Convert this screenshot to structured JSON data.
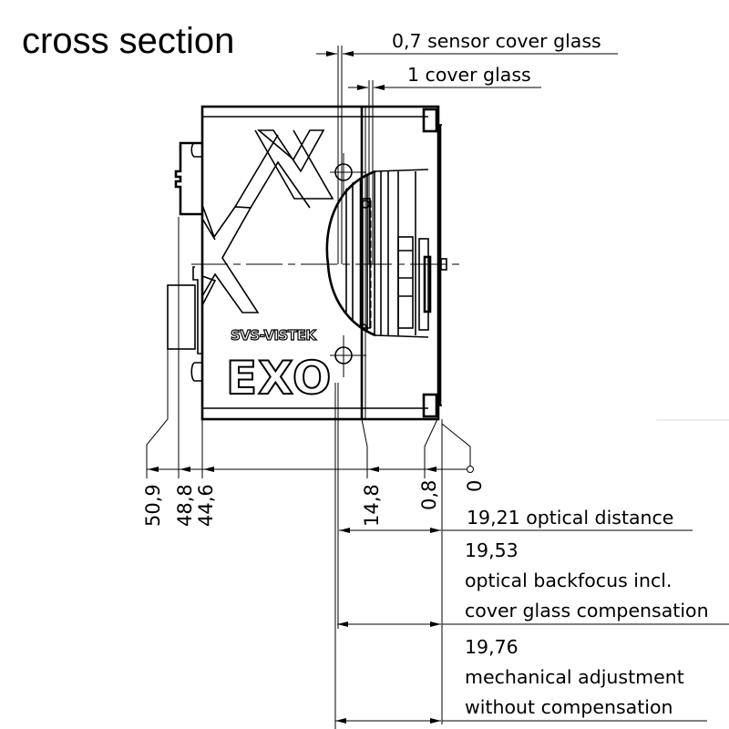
{
  "title": "cross section",
  "top_labels": {
    "sensor_cover_glass": "0,7 sensor cover glass",
    "cover_glass": "1 cover glass"
  },
  "logo": {
    "brand": "SVS-VISTEK",
    "model": "EXO"
  },
  "position_dimensions": [
    "50,9",
    "48,8",
    "44,6",
    "14,8",
    "0,8",
    "0"
  ],
  "callouts": {
    "optical_distance": {
      "value": "19,21",
      "label": "optical distance"
    },
    "optical_backfocus": {
      "value": "19,53",
      "line1": "optical backfocus incl.",
      "line2": "cover glass compensation"
    },
    "mechanical_adjustment": {
      "value": "19,76",
      "line1": "mechanical adjustment",
      "line2": "without compensation"
    }
  },
  "colors": {
    "line": "#000000",
    "background": "#ffffff"
  }
}
